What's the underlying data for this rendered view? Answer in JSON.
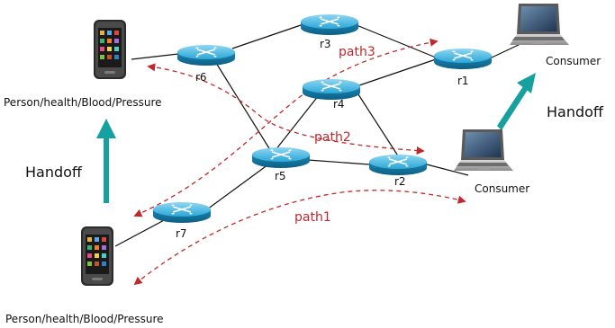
{
  "routers": [
    {
      "id": "r1",
      "label": "r1"
    },
    {
      "id": "r2",
      "label": "r2"
    },
    {
      "id": "r3",
      "label": "r3"
    },
    {
      "id": "r4",
      "label": "r4"
    },
    {
      "id": "r5",
      "label": "r5"
    },
    {
      "id": "r6",
      "label": "r6"
    },
    {
      "id": "r7",
      "label": "r7"
    }
  ],
  "producer_top": {
    "label": "Person/health/Blood/Pressure"
  },
  "producer_bottom": {
    "label": "Person/health/Blood/Pressure"
  },
  "consumer_top": {
    "label": "Consumer"
  },
  "consumer_bottom": {
    "label": "Consumer"
  },
  "handoff_left": {
    "label": "Handoff"
  },
  "handoff_right": {
    "label": "Handoff"
  },
  "paths": [
    {
      "id": "path1",
      "label": "path1"
    },
    {
      "id": "path2",
      "label": "path2"
    },
    {
      "id": "path3",
      "label": "path3"
    }
  ],
  "colors": {
    "router": "#2aa7d8",
    "link": "#111111",
    "path": "#c0282b",
    "handoff_arrow": "#17a0a0"
  }
}
